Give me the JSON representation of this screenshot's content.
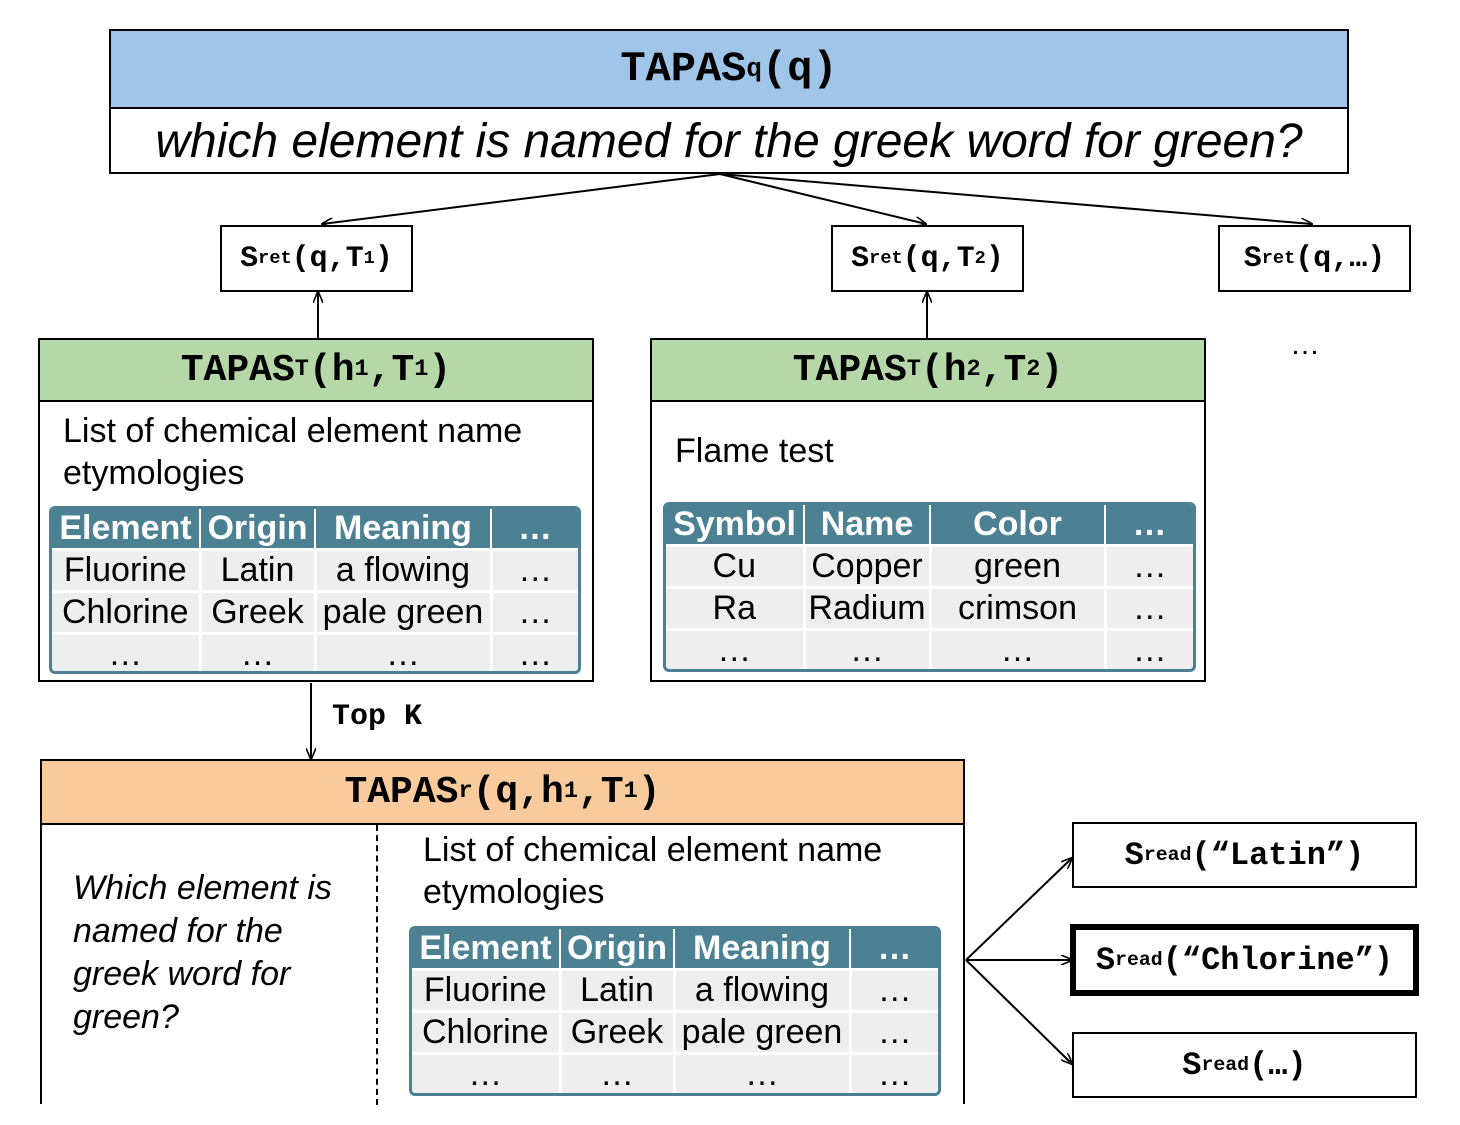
{
  "query_box": {
    "title_base": "TAPAS",
    "title_sub": "q",
    "title_args": "(q)",
    "question": "which element is named for the greek word for green?",
    "header_color": "#9fc5e8"
  },
  "scores": [
    {
      "base": "S",
      "sub": "ret",
      "args_pre": "(q,T",
      "args_sub": "1",
      "args_post": ")"
    },
    {
      "base": "S",
      "sub": "ret",
      "args_pre": "(q,T",
      "args_sub": "2",
      "args_post": ")"
    },
    {
      "base": "S",
      "sub": "ret",
      "args_pre": "(q,…)",
      "args_sub": "",
      "args_post": ""
    }
  ],
  "more_ellipsis": "…",
  "table_encoder_1": {
    "title_base": "TAPAS",
    "title_sub": "T",
    "title_args": "(h",
    "h_sub": "1",
    "mid": ",T",
    "t_sub": "1",
    "close": ")",
    "header_color": "#b6d7a8",
    "caption": "List of chemical element name etymologies",
    "columns": [
      "Element",
      "Origin",
      "Meaning",
      "…"
    ],
    "rows": [
      [
        "Fluorine",
        "Latin",
        "a flowing",
        "…"
      ],
      [
        "Chlorine",
        "Greek",
        "pale green",
        "…"
      ],
      [
        "…",
        "…",
        "…",
        "…"
      ]
    ]
  },
  "table_encoder_2": {
    "title_base": "TAPAS",
    "title_sub": "T",
    "title_args": "(h",
    "h_sub": "2",
    "mid": ",T",
    "t_sub": "2",
    "close": ")",
    "header_color": "#b6d7a8",
    "caption": "Flame test",
    "columns": [
      "Symbol",
      "Name",
      "Color",
      "…"
    ],
    "rows": [
      [
        "Cu",
        "Copper",
        "green",
        "…"
      ],
      [
        "Ra",
        "Radium",
        "crimson",
        "…"
      ],
      [
        "…",
        "…",
        "…",
        "…"
      ]
    ]
  },
  "top_k_label": "Top K",
  "reader": {
    "title_base": "TAPAS",
    "title_sub": "r",
    "title_args": "(q,h",
    "h_sub": "1",
    "mid": ",T",
    "t_sub": "1",
    "close": ")",
    "header_color": "#f9cb9c",
    "question": "Which element is named for the greek word for green?",
    "caption": "List of chemical element name etymologies",
    "columns": [
      "Element",
      "Origin",
      "Meaning",
      "…"
    ],
    "rows": [
      [
        "Fluorine",
        "Latin",
        "a flowing",
        "…"
      ],
      [
        "Chlorine",
        "Greek",
        "pale green",
        "…"
      ],
      [
        "…",
        "…",
        "…",
        "…"
      ]
    ]
  },
  "read_scores": [
    {
      "base": "S",
      "sub": "read",
      "args": "(“Latin”)"
    },
    {
      "base": "S",
      "sub": "read",
      "args": "(“Chlorine”)"
    },
    {
      "base": "S",
      "sub": "read",
      "args": "(…)"
    }
  ]
}
